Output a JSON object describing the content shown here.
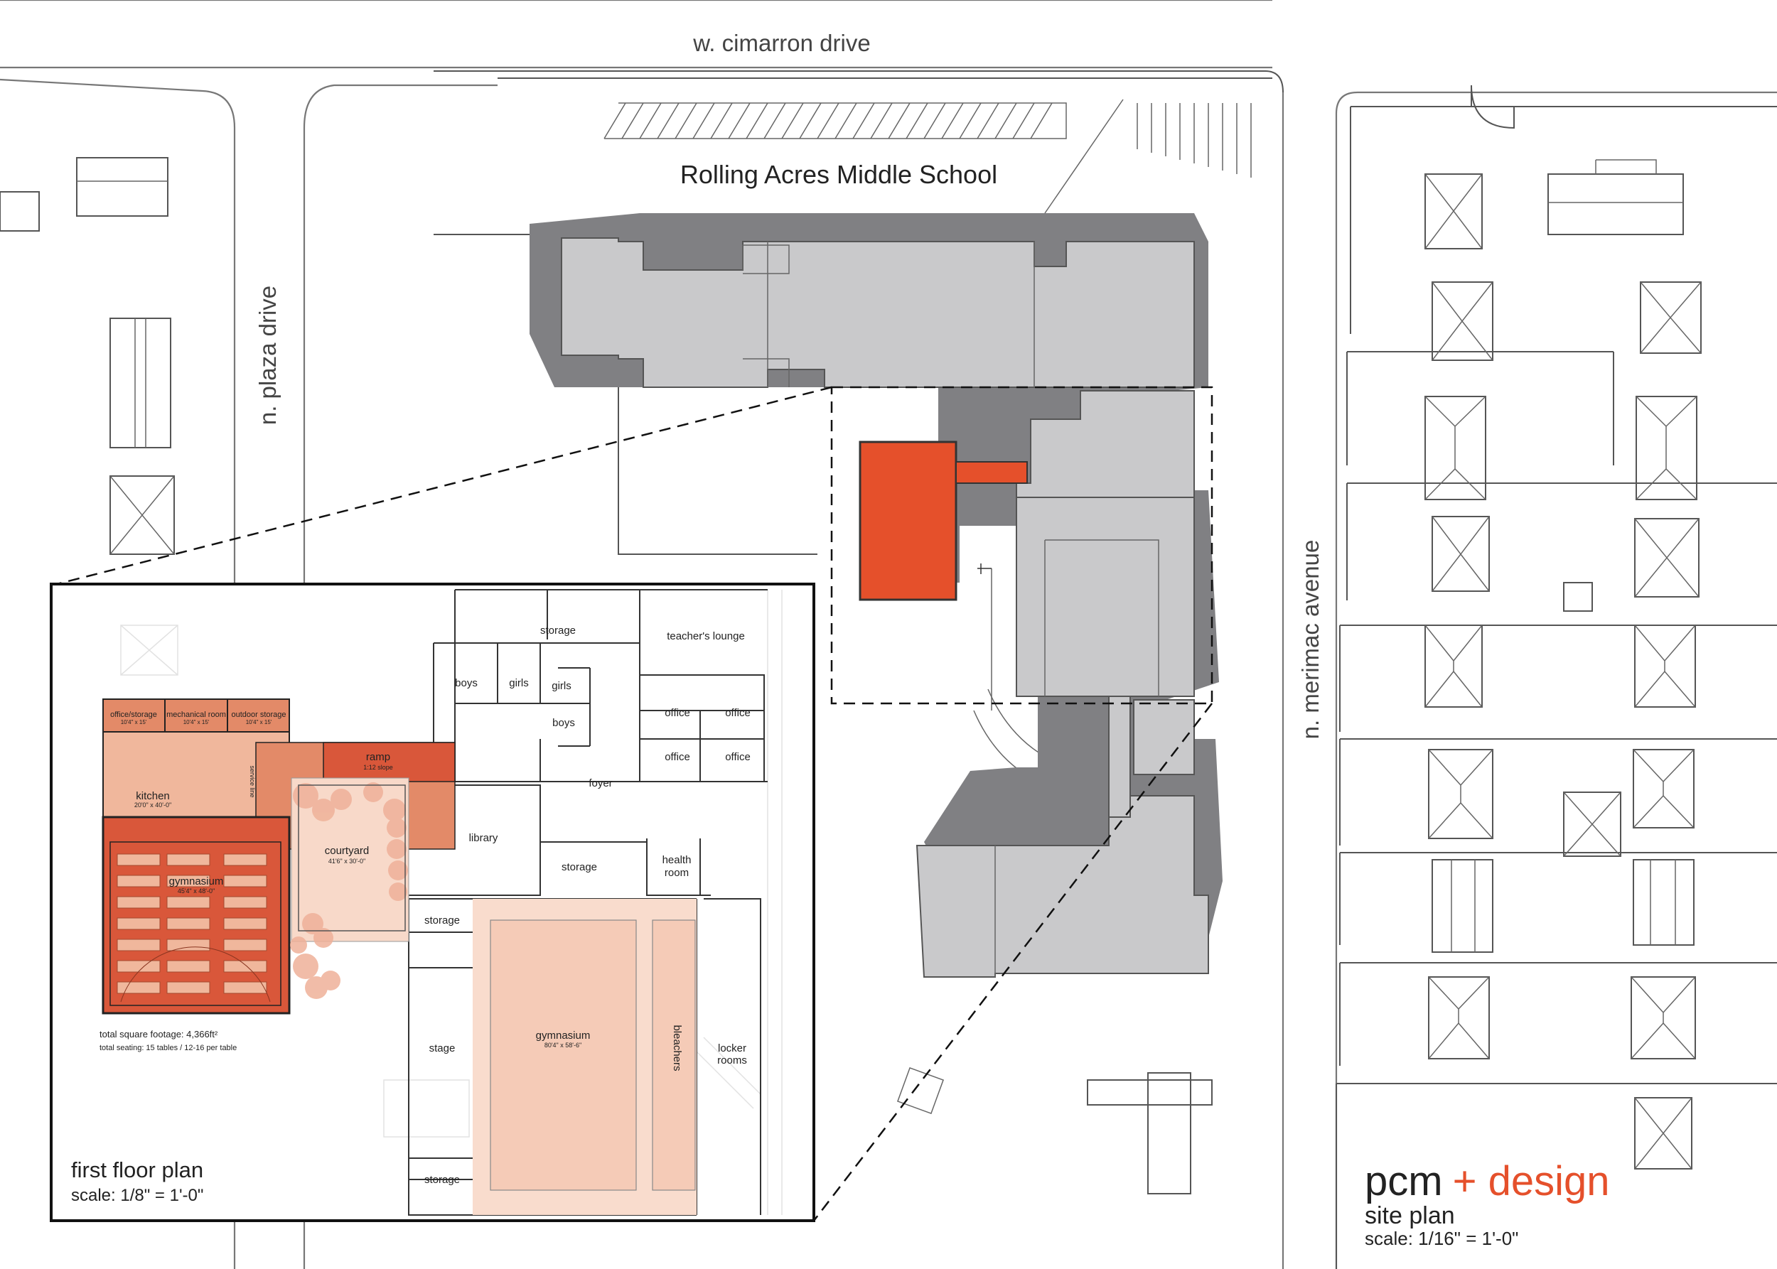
{
  "streets": {
    "north": "w. cimarron drive",
    "west": "n. plaza drive",
    "east": "n. merimac avenue"
  },
  "school_name": "Rolling Acres Middle School",
  "floor_plan": {
    "rooms": {
      "storage_top": "storage",
      "teachers_lounge": "teacher's lounge",
      "boys1": "boys",
      "girls1": "girls",
      "girls2": "girls",
      "boys2": "boys",
      "office1": "office",
      "office2": "office",
      "office3": "office",
      "office4": "office",
      "office_storage": "office/storage",
      "office_storage_dim": "10'4\" x 15'",
      "mechanical": "mechanical room",
      "mechanical_dim": "10'4\" x 15'",
      "outdoor_storage": "outdoor storage",
      "outdoor_storage_dim": "10'4\" x 15'",
      "ramp": "ramp",
      "ramp_dim": "1:12 slope",
      "foyer": "foyer",
      "kitchen": "kitchen",
      "kitchen_dim": "20'0\" x 40'-0\"",
      "service_line": "service line",
      "courtyard": "courtyard",
      "courtyard_dim": "41'6\" x 30'-0\"",
      "library": "library",
      "storage_mid": "storage",
      "health_room_1": "health",
      "health_room_2": "room",
      "gymnasium_new": "gymnasium",
      "gymnasium_new_dim": "45'4\" x 48'-0\"",
      "storage_left": "storage",
      "stage": "stage",
      "gymnasium": "gymnasium",
      "gymnasium_dim": "80'4\" x 58'-6\"",
      "bleachers": "bleachers",
      "locker_rooms_1": "locker",
      "locker_rooms_2": "rooms",
      "storage_bottom": "storage"
    },
    "notes": {
      "sqft": "total square footage: 4,366ft²",
      "seating": "total seating: 15 tables / 12-16 per table"
    },
    "title": "first floor plan",
    "scale": "scale: 1/8\" = 1'-0\""
  },
  "brand": {
    "name": "pcm",
    "plus": "+ design",
    "subtitle": "site plan",
    "scale": "scale: 1/16\" = 1'-0\""
  },
  "colors": {
    "accent": "#e5502b",
    "building": "#c9c9cb",
    "shadow": "#808083",
    "dark_orange": "#d9573a",
    "mid_orange": "#e38a68",
    "light_orange": "#f0b79c",
    "pale_orange": "#f8d9c9"
  }
}
